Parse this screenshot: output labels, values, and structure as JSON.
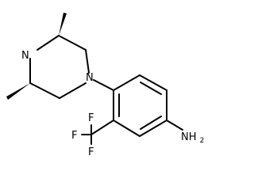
{
  "molecule": {
    "atoms": {
      "amine_ring_nh": "N",
      "aryl_piperazine_n": "N",
      "amino_group": "NH",
      "amino_subscript": "2",
      "fluorine_top": "F",
      "fluorine_left": "F",
      "fluorine_bottom": "F"
    }
  }
}
